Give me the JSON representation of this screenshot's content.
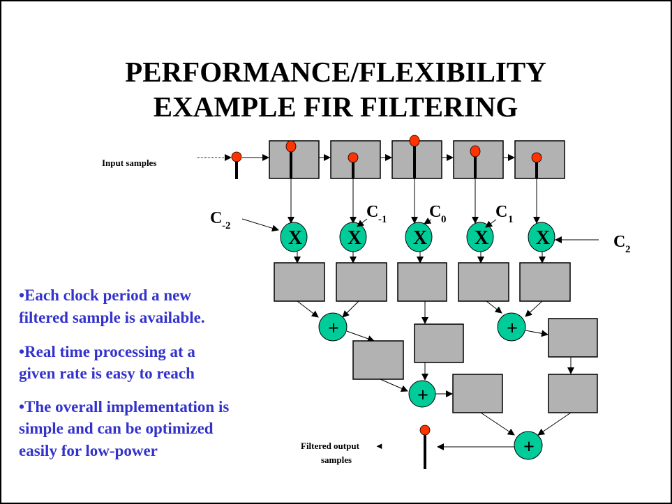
{
  "title": {
    "line1": "PERFORMANCE/FLEXIBILITY",
    "line2": "EXAMPLE FIR FILTERING"
  },
  "labels": {
    "input": "Input samples",
    "output_line1": "Filtered output",
    "output_arrow": "◄",
    "output_line2": "samples"
  },
  "coefficients": [
    {
      "base": "C",
      "sub": "-2"
    },
    {
      "base": "C",
      "sub": "-1"
    },
    {
      "base": "C",
      "sub": "0"
    },
    {
      "base": "C",
      "sub": "1"
    },
    {
      "base": "C",
      "sub": "2"
    }
  ],
  "operators": {
    "multiply": "X",
    "add": "+"
  },
  "bullets": [
    {
      "line1": "•Each clock period a new",
      "line2": "filtered sample is available."
    },
    {
      "line1": "•Real time processing at a",
      "line2": "given rate is easy to reach"
    },
    {
      "line1": "•The overall implementation is",
      "line2": "simple and can be optimized",
      "line3": "easily for low-power"
    }
  ],
  "colors": {
    "register": "#b2b2b2",
    "operator": "#00cc99",
    "sample": "#ff3300",
    "bullet_text": "#3333cc"
  }
}
